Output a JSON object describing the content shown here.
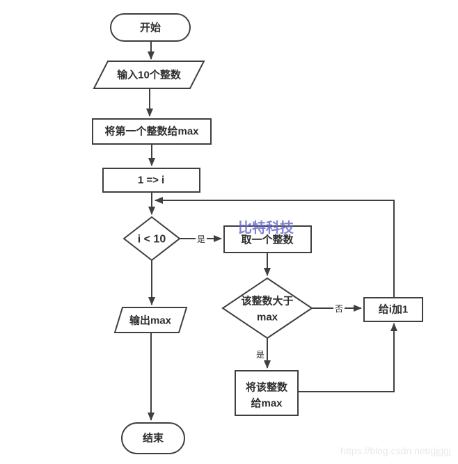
{
  "flowchart": {
    "nodes": {
      "start": "开始",
      "input": "输入10个整数",
      "assign_first": "将第一个整数给max",
      "init_i": "1 => i",
      "loop_cond": "i < 10",
      "take_int": "取一个整数",
      "greater_cond_line1": "该整数大于",
      "greater_cond_line2": "max",
      "inc_i": "给i加1",
      "assign_max_line1": "将该整数",
      "assign_max_line2": "给max",
      "output": "输出max",
      "end": "结束"
    },
    "edge_labels": {
      "loop_yes": "是",
      "greater_no": "否",
      "greater_yes": "是"
    },
    "colors": {
      "shape_stroke": "#3f3f3f",
      "text": "#2e2e2e",
      "background": "#ffffff",
      "brand_watermark": "#6262ca",
      "url_watermark": "#e8e8e8"
    },
    "watermarks": {
      "brand": "比特科技",
      "url": "https://blog.csdn.net/gjggj"
    }
  }
}
